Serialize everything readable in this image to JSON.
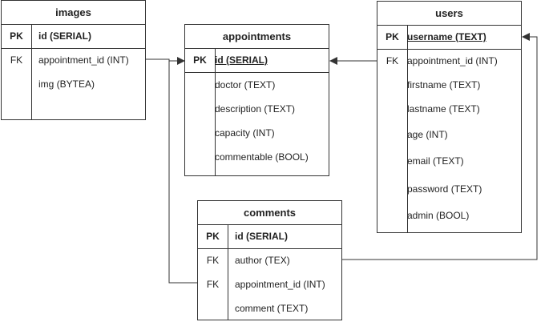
{
  "tables": {
    "images": {
      "title": "images",
      "pk": {
        "key": "PK",
        "name": "id (SERIAL)"
      },
      "fields": [
        {
          "key": "FK",
          "name": "appointment_id (INT)"
        },
        {
          "key": "",
          "name": "img (BYTEA)"
        }
      ]
    },
    "appointments": {
      "title": "appointments",
      "pk": {
        "key": "PK",
        "name": "id (SERIAL)"
      },
      "fields": [
        {
          "key": "",
          "name": "doctor (TEXT)"
        },
        {
          "key": "",
          "name": "description (TEXT)"
        },
        {
          "key": "",
          "name": "capacity (INT)"
        },
        {
          "key": "",
          "name": "commentable (BOOL)"
        }
      ]
    },
    "users": {
      "title": "users",
      "pk": {
        "key": "PK",
        "name": "username (TEXT)"
      },
      "fields": [
        {
          "key": "FK",
          "name": "appointment_id (INT)"
        },
        {
          "key": "",
          "name": "firstname (TEXT)"
        },
        {
          "key": "",
          "name": "lastname (TEXT)"
        },
        {
          "key": "",
          "name": "age (INT)"
        },
        {
          "key": "",
          "name": "email (TEXT)"
        },
        {
          "key": "",
          "name": "password (TEXT)"
        },
        {
          "key": "",
          "name": "admin (BOOL)"
        }
      ]
    },
    "comments": {
      "title": "comments",
      "pk": {
        "key": "PK",
        "name": "id (SERIAL)"
      },
      "fields": [
        {
          "key": "FK",
          "name": "author (TEX)"
        },
        {
          "key": "FK",
          "name": "appointment_id (INT)"
        },
        {
          "key": "",
          "name": "comment (TEXT)"
        }
      ]
    }
  },
  "colors": {
    "line": "#333333",
    "text": "#222222",
    "background": "#ffffff"
  }
}
